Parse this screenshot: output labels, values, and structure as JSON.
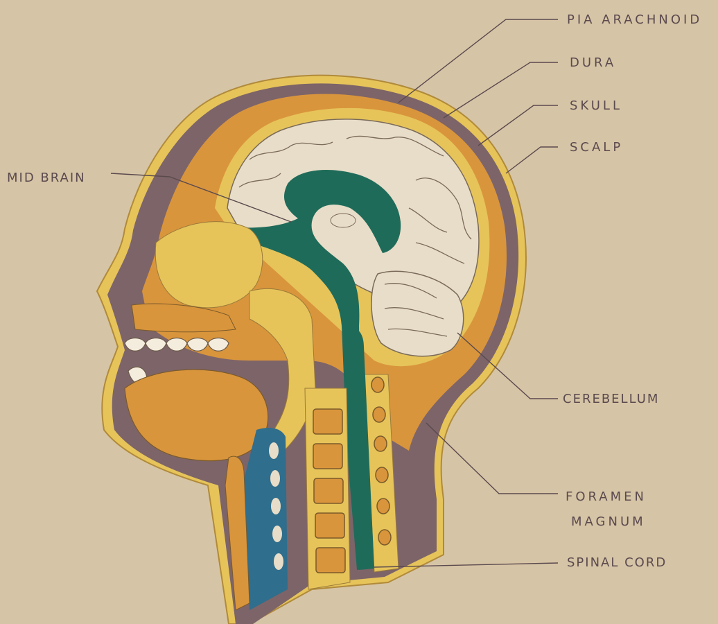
{
  "labels": {
    "pia_arachnoid": "PIA ARACHNOID",
    "dura": "DURA",
    "skull": "SKULL",
    "scalp": "SCALP",
    "mid_brain": "MID BRAIN",
    "cerebellum": "CEREBELLUM",
    "foramen_magnum_line1": "FORAMEN",
    "foramen_magnum_line2": "MAGNUM",
    "spinal_cord": "SPINAL CORD"
  },
  "colors": {
    "background": "#d6c4a6",
    "scalp_outline": "#e6c45a",
    "scalp_fill": "#7d6468",
    "skull": "#d9953c",
    "dura": "#e6c45a",
    "brain": "#e8ddc8",
    "csf_green": "#1f6b5a",
    "airway_blue": "#2f6e8c",
    "vertebrae": "#d9953c",
    "leader_lines": "#5a4a4e"
  }
}
